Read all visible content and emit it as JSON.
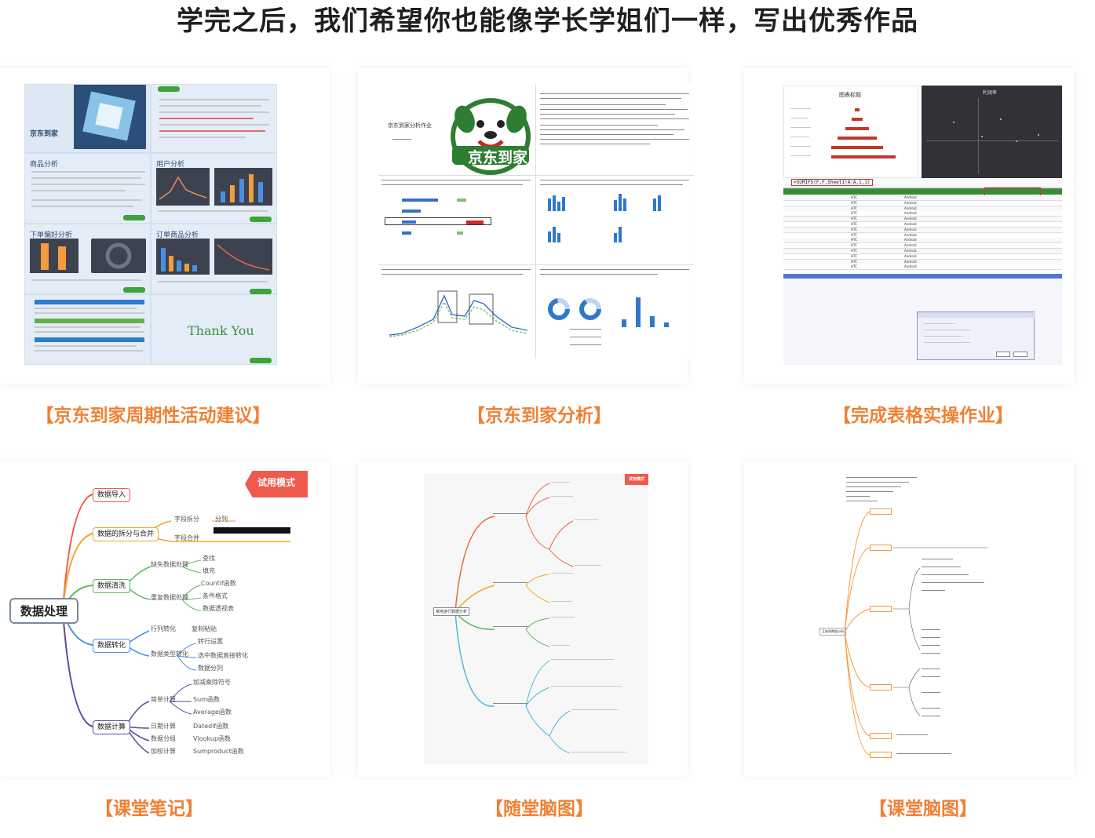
{
  "header": {
    "title": "学完之后，我们希望你也能像学长学姐们一样，写出优秀作品"
  },
  "cards": [
    {
      "caption": "【京东到家周期性活动建议】",
      "thumbnail": {
        "type": "presentation-slides",
        "brand_tag": "京东到家",
        "slide_titles": [
          "京东到家",
          "商品分析",
          "用户分析",
          "下单偏好分析",
          "订单商品分析"
        ],
        "closing_text": "Thank You"
      }
    },
    {
      "caption": "【京东到家分析】",
      "thumbnail": {
        "type": "analysis-report",
        "logo_text": "京东到家",
        "doc_title": "京东到家分析作业"
      }
    },
    {
      "caption": "【完成表格实操作业】",
      "thumbnail": {
        "type": "spreadsheet",
        "chart_title": "图表标题",
        "chart2_title": "利润率",
        "formula": "=SUMIFS(F,F,Sheet1!A:A,1,1)",
        "os_value": "Android",
        "brand_value": "HTC"
      }
    },
    {
      "caption": "【课堂笔记】",
      "thumbnail": {
        "type": "mindmap",
        "badge": "试用模式",
        "root": "数据处理",
        "branches": [
          {
            "label": "数据导入",
            "color": "#f05a4c",
            "leaves": []
          },
          {
            "label": "数据的拆分与合并",
            "color": "#f5a623",
            "leaves": [
              "字段拆分",
              "分列",
              "字段合并"
            ]
          },
          {
            "label": "数据清洗",
            "color": "#5cb85c",
            "leaves": [
              "缺失数据处理",
              "查找",
              "填充",
              "重复数据处理",
              "Countif函数",
              "条件格式",
              "数据透视表"
            ]
          },
          {
            "label": "数据转化",
            "color": "#4a90e2",
            "leaves": [
              "行列转化",
              "复制粘贴",
              "数据类型转化",
              "转行设置",
              "选中数据直接转化",
              "数据分列"
            ]
          },
          {
            "label": "数据计算",
            "color": "#5b4a9e",
            "leaves": [
              "简单计算",
              "加减乘除符号",
              "Sum函数",
              "Average函数",
              "日期计算",
              "Datedif函数",
              "数据分组",
              "Vlookup函数",
              "加权计算",
              "Sumproduct函数"
            ]
          }
        ]
      }
    },
    {
      "caption": "【随堂脑图】",
      "thumbnail": {
        "type": "mindmap",
        "badge": "试用模式",
        "root": "常用进行数据分析"
      }
    },
    {
      "caption": "【课堂脑图】",
      "thumbnail": {
        "type": "mindmap",
        "root": "互联网数据分析"
      }
    }
  ]
}
